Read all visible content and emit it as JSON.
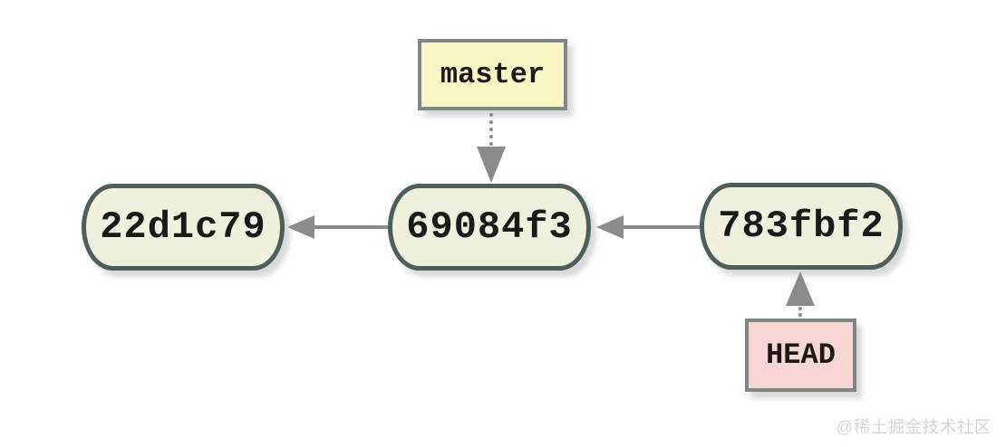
{
  "diagram": {
    "type": "git-commit-graph",
    "commits": [
      {
        "id": "22d1c79"
      },
      {
        "id": "69084f3"
      },
      {
        "id": "783fbf2"
      }
    ],
    "refs": [
      {
        "name": "master",
        "points_to": "69084f3"
      },
      {
        "name": "HEAD",
        "points_to": "783fbf2"
      }
    ],
    "edges": [
      {
        "from": "69084f3",
        "to": "22d1c79",
        "style": "solid",
        "direction": "left"
      },
      {
        "from": "783fbf2",
        "to": "69084f3",
        "style": "solid",
        "direction": "left"
      },
      {
        "from": "master",
        "to": "69084f3",
        "style": "dotted",
        "direction": "down"
      },
      {
        "from": "HEAD",
        "to": "783fbf2",
        "style": "dotted",
        "direction": "up"
      }
    ],
    "colors": {
      "background": "#ffffff",
      "node_fill": "#f0f1dc",
      "node_border": "#4e5e5b",
      "ref_border": "#7d8786",
      "master_fill": "#fbf7c5",
      "head_fill": "#f7d7d3",
      "arrow": "#8b8b8b",
      "text": "#1a1a1a",
      "watermark": "#d5d5d5"
    }
  },
  "watermark": {
    "text": "@稀土掘金技术社区"
  }
}
